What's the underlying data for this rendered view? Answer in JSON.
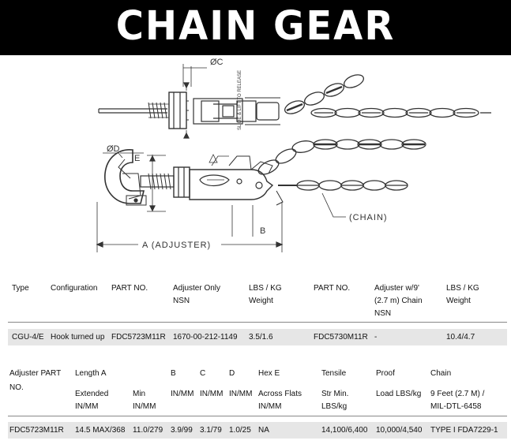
{
  "banner": {
    "title": "CHAIN GEAR"
  },
  "diagram": {
    "labels": {
      "dia_c": "ØC",
      "dia_d": "ØD",
      "e": "E",
      "b": "B",
      "chain": "(CHAIN)",
      "adjuster": "A (ADJUSTER)",
      "release": "SLIDE & LIFT TO RELEASE"
    }
  },
  "table1": {
    "headers": {
      "type": "Type",
      "configuration": "Configuration",
      "part_no": "PART NO.",
      "adj_only_1": "Adjuster Only",
      "adj_only_2": "NSN",
      "lbs1_1": "LBS / KG",
      "lbs1_2": "Weight",
      "part_no2": "PART NO.",
      "adj_chain_1": "Adjuster w/9'",
      "adj_chain_2": "(2.7 m) Chain",
      "adj_chain_3": "NSN",
      "lbs2_1": "LBS / KG",
      "lbs2_2": "Weight"
    },
    "row": {
      "type": "CGU-4/E",
      "configuration": "Hook turned up",
      "part_no": "FDC5723M11R",
      "nsn": "1670-00-212-1149",
      "weight": "3.5/1.6",
      "part_no2": "FDC5730M11R",
      "nsn2": "-",
      "weight2": "10.4/4.7"
    }
  },
  "table2": {
    "headers": {
      "adj_part_1": "Adjuster PART",
      "adj_part_2": "NO.",
      "length": "Length A",
      "extended_1": "Extended",
      "extended_2": "IN/MM",
      "min_1": "Min",
      "min_2": "IN/MM",
      "b_1": "B",
      "b_2": "IN/MM",
      "c_1": "C",
      "c_2": "IN/MM",
      "d_1": "D",
      "d_2": "IN/MM",
      "hex_1": "Hex E",
      "hex_2": "Across Flats",
      "hex_3": "IN/MM",
      "tensile_1": "Tensile",
      "tensile_2": "Str Min.",
      "tensile_3": "LBS/kg",
      "proof_1": "Proof",
      "proof_2": "Load LBS/kg",
      "chain_1": "Chain",
      "chain_2": "9 Feet (2.7 M) /",
      "chain_3": "MIL-DTL-6458"
    },
    "row": {
      "part": "FDC5723M11R",
      "extended": "14.5 MAX/368",
      "min": "11.0/279",
      "b": "3.9/99",
      "c": "3.1/79",
      "d": "1.0/25",
      "hex": "NA",
      "tensile": "14,100/6,400",
      "proof": "10,000/4,540",
      "chain": "TYPE I FDA7229-1"
    }
  }
}
